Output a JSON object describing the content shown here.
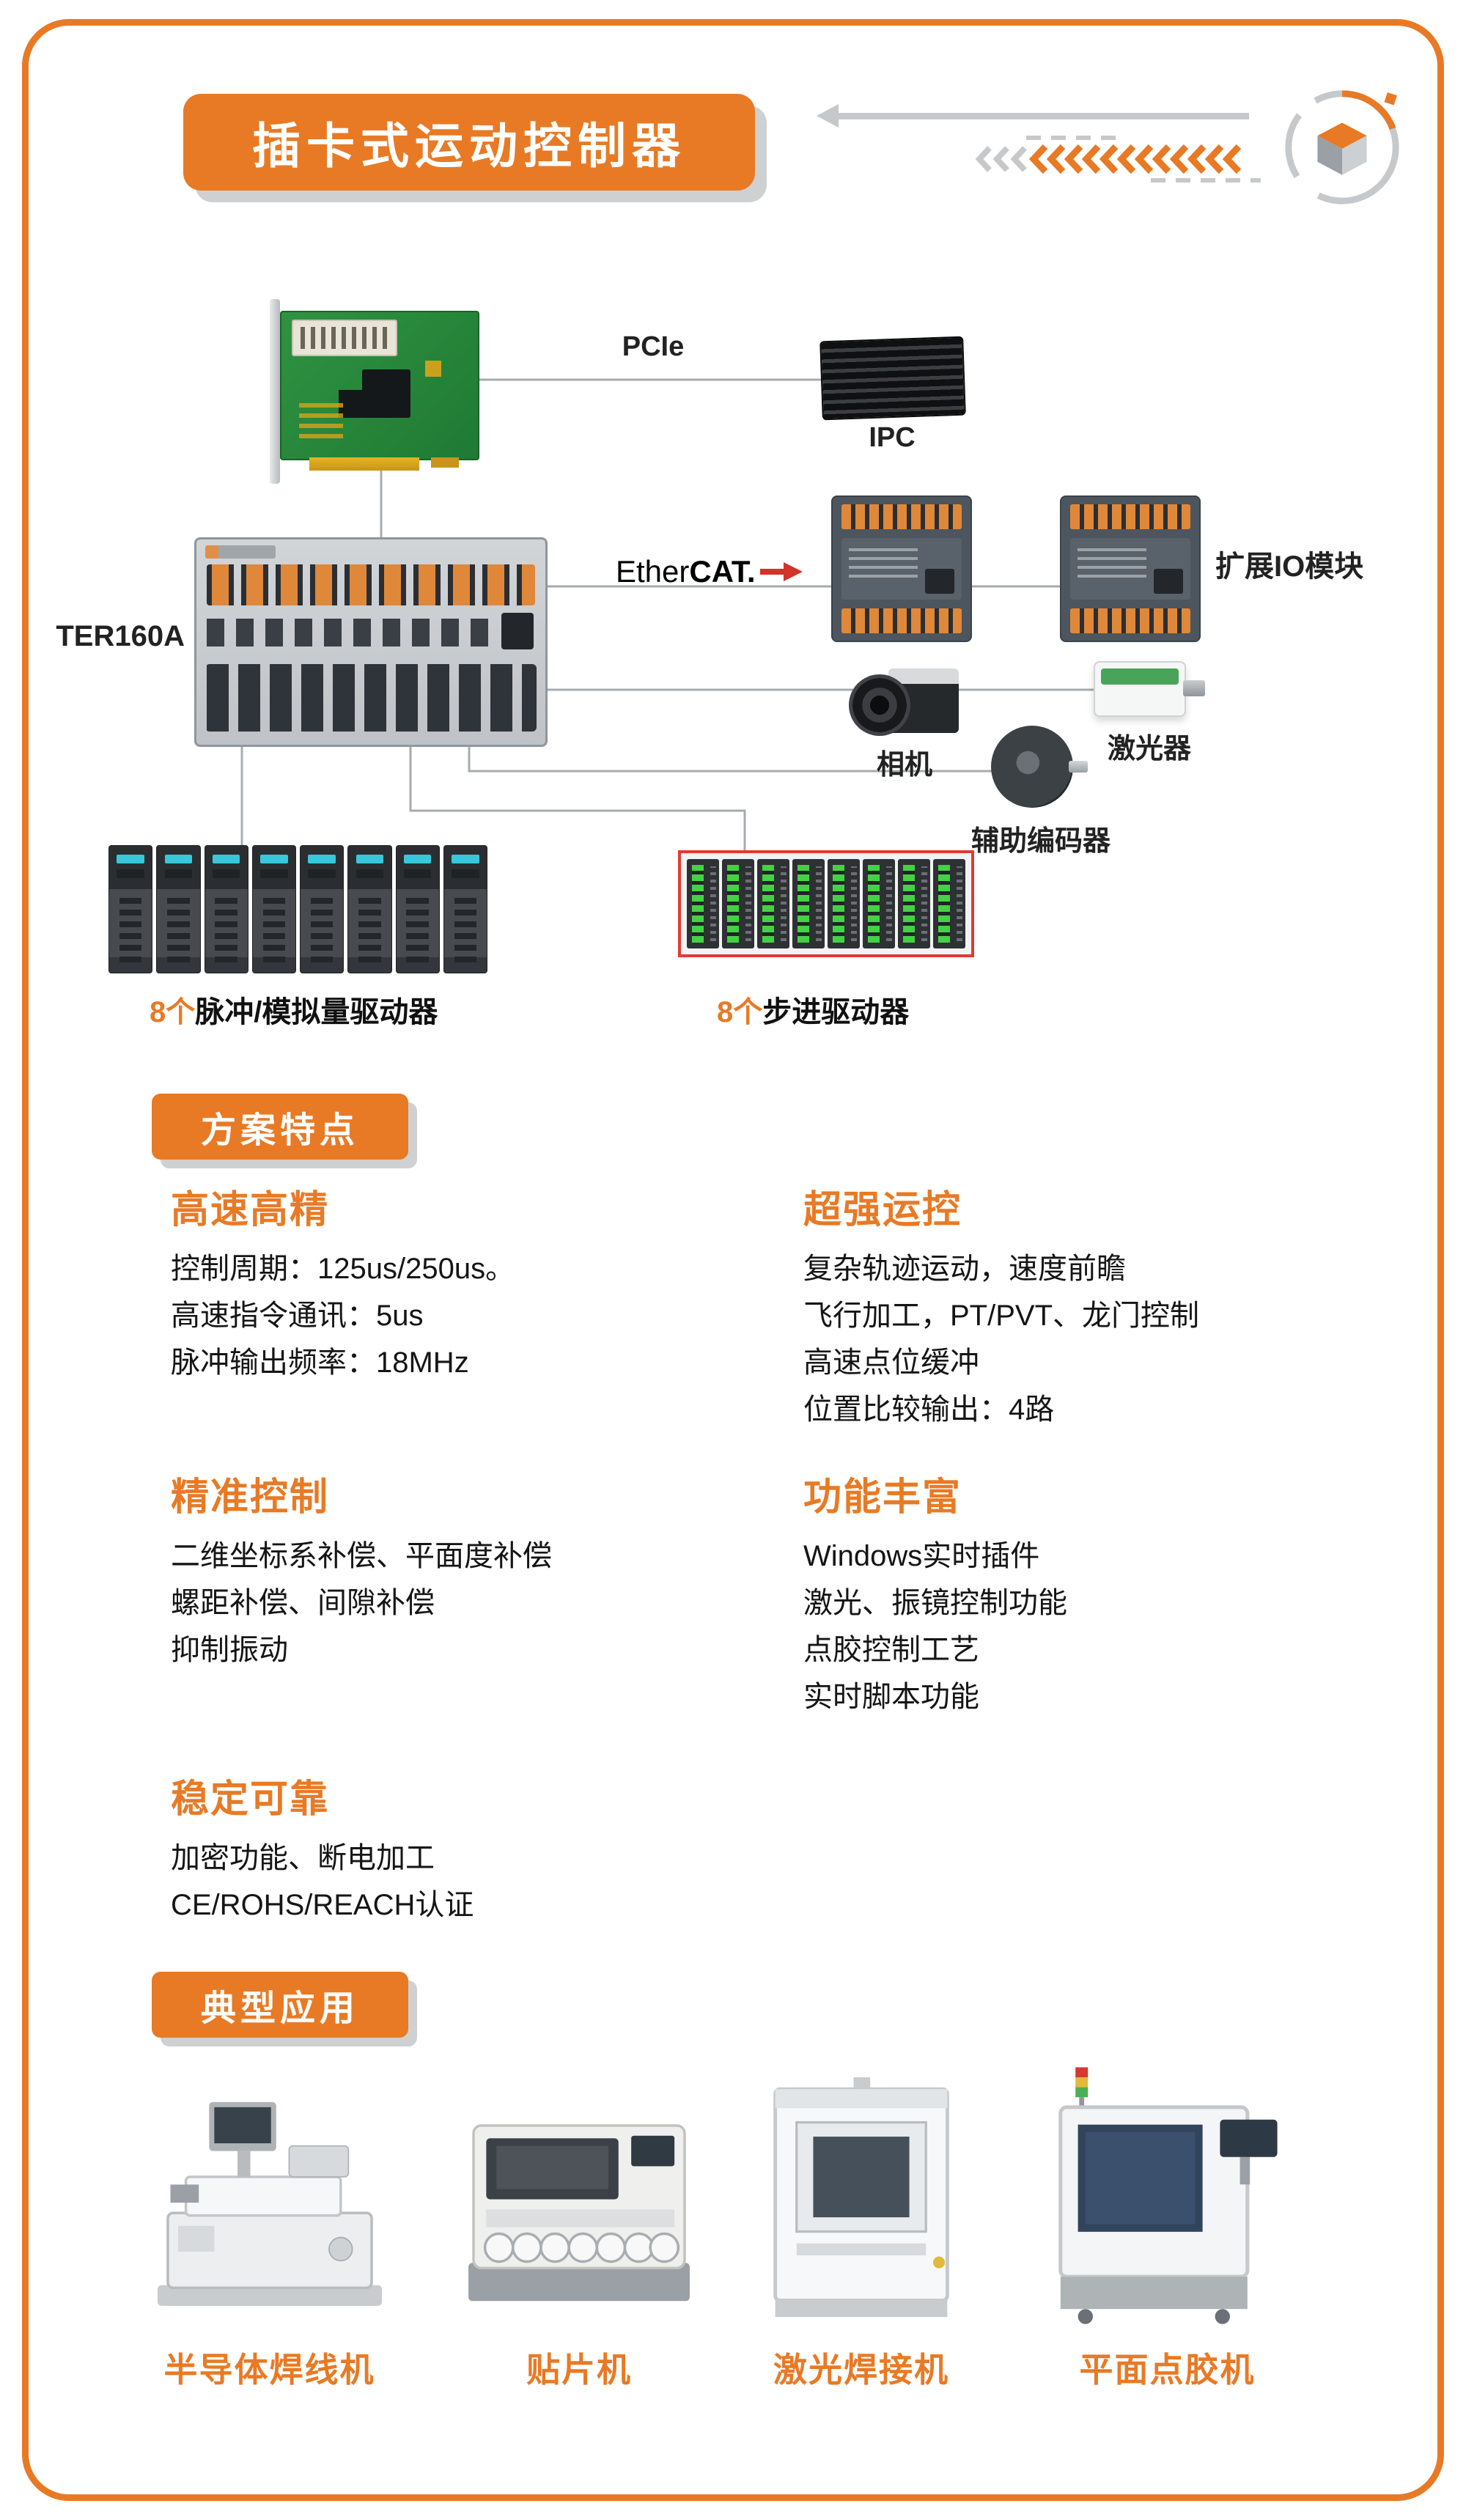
{
  "page": {
    "title": "插卡式运动控制器"
  },
  "colors": {
    "accent": "#E87A25",
    "alert_red": "#E23B30"
  },
  "diagram": {
    "pcie_label": "PCIe",
    "ipc_label": "IPC",
    "ethercat_label_part1": "Ether",
    "ethercat_label_part2": "CAT.",
    "expansion_io_label": "扩展IO模块",
    "controller_label": "TER160A",
    "camera_label": "相机",
    "laser_label": "激光器",
    "aux_encoder_label": "辅助编码器",
    "pulse_drivers_count": "8个",
    "pulse_drivers_label": "脉冲/模拟量驱动器",
    "stepper_drivers_count": "8个",
    "stepper_drivers_label": "步进驱动器"
  },
  "features": {
    "section_title": "方案特点",
    "blocks": [
      {
        "title": "高速高精",
        "lines": [
          "控制周期：125us/250us。",
          "高速指令通讯：5us",
          "脉冲输出频率：18MHz"
        ]
      },
      {
        "title": "超强运控",
        "lines": [
          "复杂轨迹运动，速度前瞻",
          "飞行加工，PT/PVT、龙门控制",
          "高速点位缓冲",
          "位置比较输出：4路"
        ]
      },
      {
        "title": "精准控制",
        "lines": [
          "二维坐标系补偿、平面度补偿",
          "螺距补偿、间隙补偿",
          "抑制振动"
        ]
      },
      {
        "title": "功能丰富",
        "lines": [
          "Windows实时插件",
          "激光、振镜控制功能",
          "点胶控制工艺",
          "实时脚本功能"
        ]
      },
      {
        "title": "稳定可靠",
        "lines": [
          "加密功能、断电加工",
          "CE/ROHS/REACH认证"
        ]
      }
    ]
  },
  "applications": {
    "section_title": "典型应用",
    "items": [
      {
        "label": "半导体焊线机"
      },
      {
        "label": "贴片机"
      },
      {
        "label": "激光焊接机"
      },
      {
        "label": "平面点胶机"
      }
    ]
  }
}
